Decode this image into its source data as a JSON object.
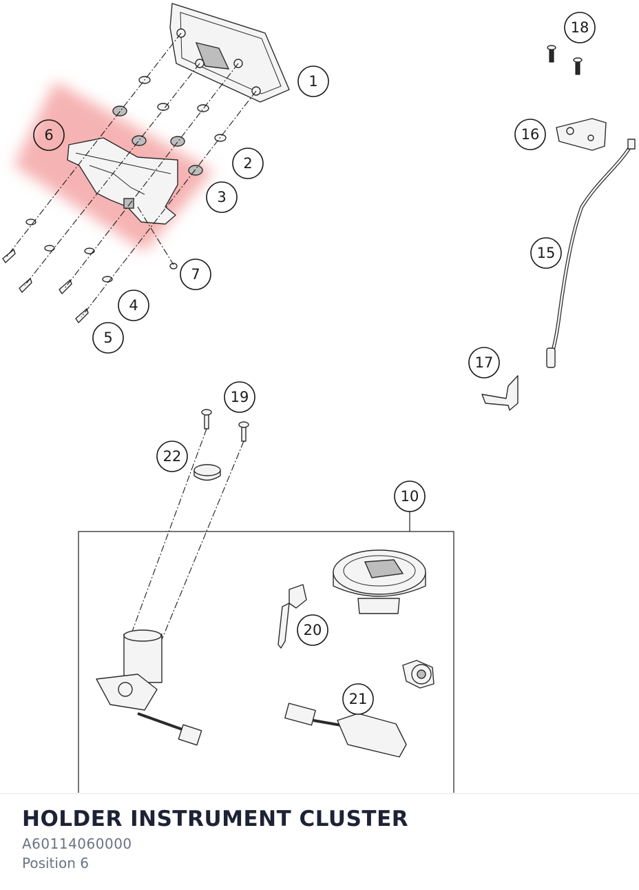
{
  "diagram": {
    "highlight_color": "#f08080",
    "callouts": [
      "1",
      "2",
      "3",
      "4",
      "5",
      "6",
      "7",
      "10",
      "15",
      "16",
      "17",
      "18",
      "19",
      "20",
      "21",
      "22"
    ],
    "highlighted_callout": "6"
  },
  "footer": {
    "title": "HOLDER INSTRUMENT CLUSTER",
    "part_number": "A60114060000",
    "position": "Position 6"
  }
}
